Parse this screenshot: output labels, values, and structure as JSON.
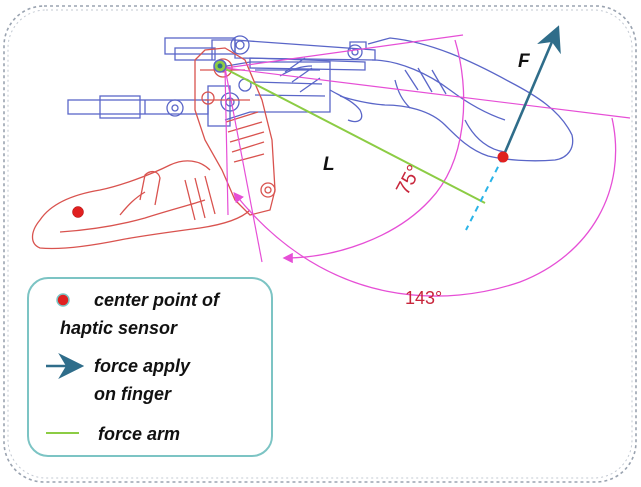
{
  "annotations": {
    "length_label": "L",
    "force_label": "F",
    "angle_small": "75°",
    "angle_large": "143°"
  },
  "legend": {
    "items": [
      {
        "symbol": "red-dot",
        "line1": "center point of",
        "line2": "haptic sensor"
      },
      {
        "symbol": "blue-arrow",
        "line1": "force apply",
        "line2": "on finger"
      },
      {
        "symbol": "green-line",
        "line1": "force arm",
        "line2": ""
      }
    ]
  },
  "colors": {
    "outer_border": "#9aa3b0",
    "legend_border": "#7cc4c4",
    "device_blue": "#5a66c8",
    "device_red": "#d9534f",
    "magenta": "#e64fd6",
    "force_arm": "#8ccc44",
    "force_arrow": "#2f6d8a",
    "dashed_cyan": "#2ab4e8",
    "sensor_dot": "#e02020",
    "angle_text": "#c8263c"
  }
}
